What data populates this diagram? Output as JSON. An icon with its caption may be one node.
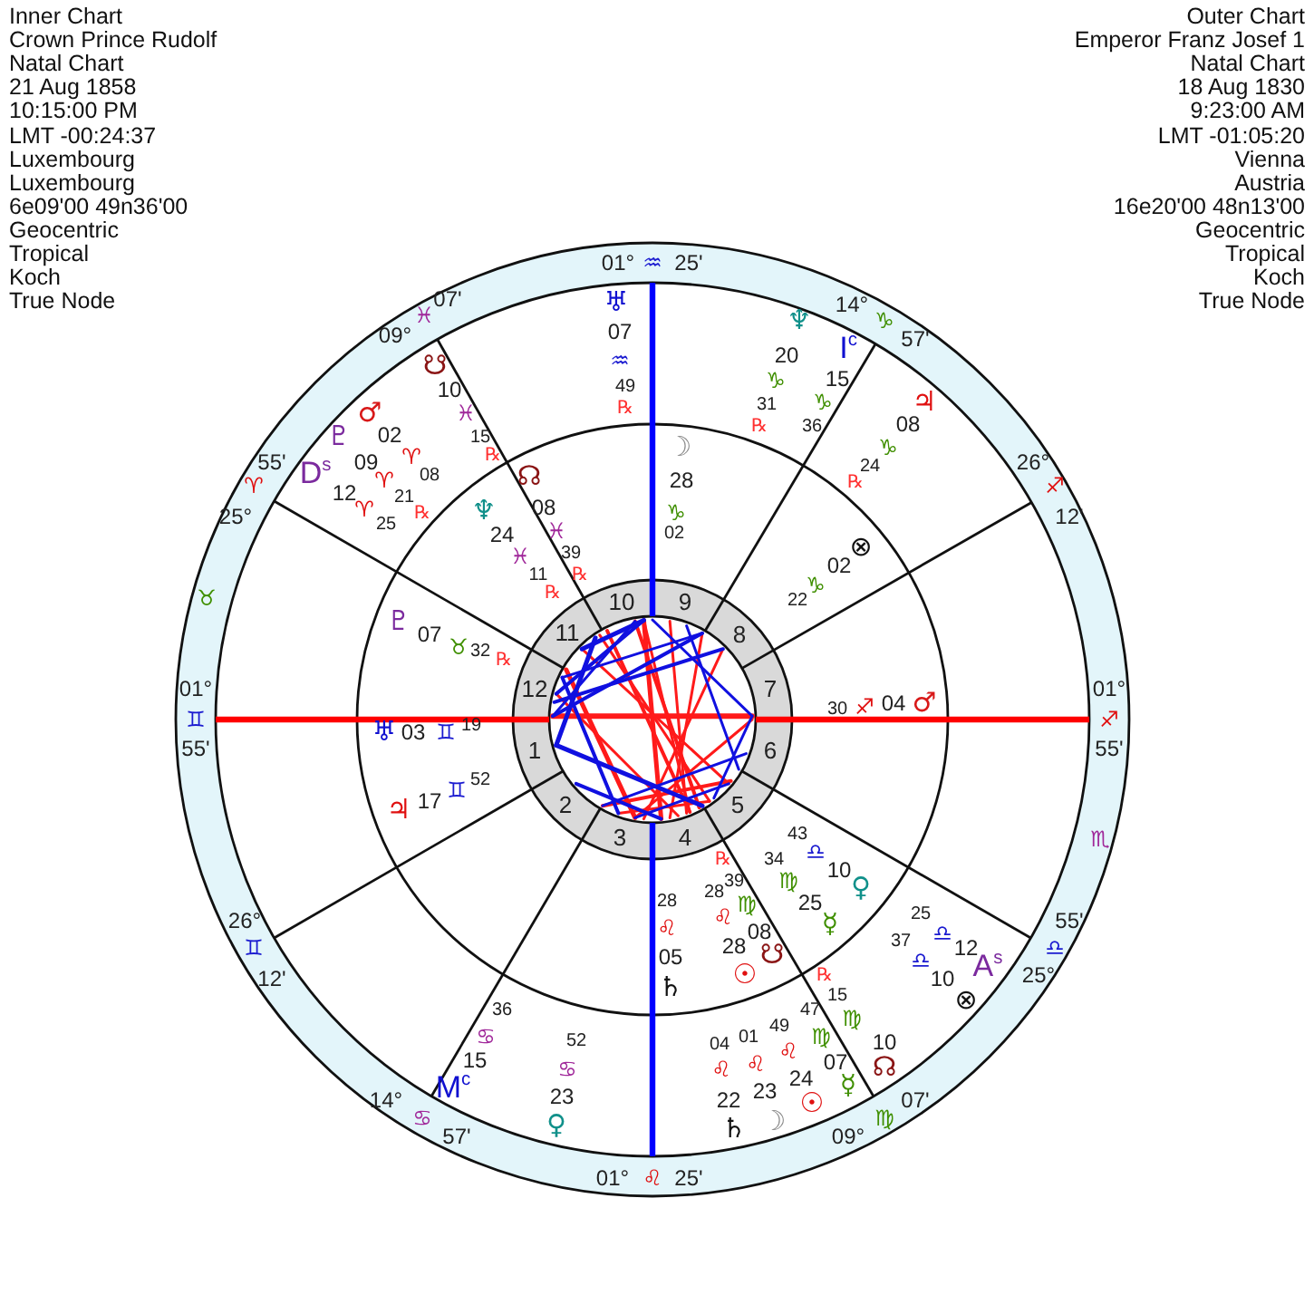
{
  "diagram": {
    "labels": [
      "Inner Chart",
      "Crown Prince Rudolf",
      "Natal Chart",
      "21 Aug 1858",
      "10:15:00 PM",
      "LMT -00:24:37",
      "Luxembourg",
      "Luxembourg",
      "6e09'00 49n36'00",
      "Geocentric",
      "Tropical",
      "Koch",
      "True Node",
      "Outer Chart",
      "Emperor Franz Josef 1",
      "Natal Chart",
      "18 Aug 1830",
      "9:23:00 AM",
      "LMT -01:05:20",
      "Vienna",
      "Austria",
      "16e20'00 48n13'00",
      "Geocentric",
      "Tropical",
      "Koch",
      "True Node",
      "01°",
      "♒",
      "25'",
      "14°",
      "♑",
      "57'",
      "26°",
      "♐",
      "12'",
      "01°",
      "♐",
      "55'",
      "♏",
      "25°",
      "♎",
      "55'",
      "09°",
      "♍",
      "07'",
      "01°",
      "♌",
      "25'",
      "14°",
      "♋",
      "57'",
      "26°",
      "♊",
      "12'",
      "01°",
      "♊",
      "55'",
      "♉",
      "25°",
      "♈",
      "55'",
      "09°",
      "♓",
      "07'",
      "1",
      "2",
      "3",
      "4",
      "5",
      "6",
      "7",
      "8",
      "9",
      "10",
      "11",
      "12",
      "♅",
      "07",
      "♒",
      "49",
      "℞",
      "☋",
      "10",
      "♓",
      "15",
      "℞",
      "♂",
      "02",
      "♈",
      "08",
      "♇",
      "09",
      "♈",
      "21",
      "℞",
      "D$^{s}$",
      "12",
      "♈",
      "25",
      "♆",
      "20",
      "♑",
      "31",
      "℞",
      "I$^{c}$",
      "15",
      "♑",
      "36",
      "♃",
      "08",
      "♑",
      "24",
      "℞",
      "☽",
      "28",
      "♑",
      "02",
      "⊗",
      "02",
      "♑",
      "22",
      "♂",
      "04",
      "♐",
      "30",
      "♀",
      "10",
      "♎",
      "43",
      "☿",
      "25",
      "♍",
      "34",
      "☋",
      "08",
      "♍",
      "39",
      "℞",
      "☉",
      "28",
      "♌",
      "28",
      "♄",
      "05",
      "♌",
      "28",
      "A$^{s}$",
      "12",
      "♎",
      "25",
      "⊗",
      "10",
      "♎",
      "37",
      "☊",
      "10",
      "♍",
      "15",
      "℞",
      "☿",
      "07",
      "♍",
      "47",
      "☉",
      "24",
      "♌",
      "49",
      "☽",
      "23",
      "♌",
      "01",
      "♄",
      "22",
      "♌",
      "04",
      "M$^{c}$",
      "15",
      "♋",
      "36",
      "♀",
      "23",
      "♋",
      "52",
      "♃",
      "17",
      "♊",
      "52",
      "♅",
      "03",
      "♊",
      "19",
      "♇",
      "07",
      "♉",
      "32",
      "℞",
      "♆",
      "24",
      "♓",
      "11",
      "℞",
      "☊",
      "08",
      "♓",
      "39",
      "℞"
    ]
  }
}
